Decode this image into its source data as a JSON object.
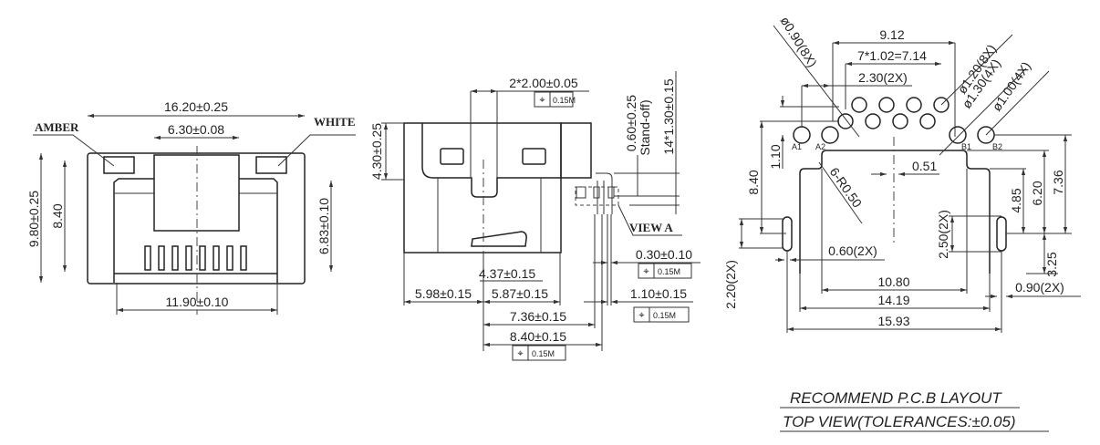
{
  "front_view": {
    "width_overall": "16.20±0.25",
    "jack_width": "6.30±0.08",
    "led_left": "AMBER",
    "led_right": "WHITE",
    "height_overall": "9.80±0.25",
    "height_inner": "8.40",
    "shield_height": "6.83±0.10",
    "shield_width": "11.90±0.10"
  },
  "side_view": {
    "peg_spacing": "2*2.00±0.05",
    "body_height": "4.30±0.25",
    "standoff": "0.60±0.25",
    "standoff_label": "Stand-off)",
    "pin_length": "14*1.30±0.15",
    "view_label": "VIEW A",
    "pin_width": "0.30±0.10",
    "d_437": "4.37±0.15",
    "d_598": "5.98±0.15",
    "d_587": "5.87±0.15",
    "d_110": "1.10±0.15",
    "d_736": "7.36±0.15",
    "d_840": "8.40±0.15",
    "tolerance": "0.15M",
    "position_symbol": "⌖"
  },
  "pcb_layout": {
    "d_912": "9.12",
    "d_pitch": "7*1.02=7.14",
    "d_230": "2.30(2X)",
    "hole_090": "ø0.90(8X)",
    "hole_120": "ø1.20(8X)",
    "hole_130": "ø1.30(4X)",
    "hole_100": "ø1.00(4X)",
    "pin_a1": "A1",
    "pin_a2": "A2",
    "pin_b1": "B1",
    "pin_b2": "B2",
    "d_110": "1.10",
    "d_840": "8.40",
    "d_051": "0.51",
    "radius": "6-R0.50",
    "d_485": "4.85",
    "d_620": "6.20",
    "d_736": "7.36",
    "d_250": "2.50(2X)",
    "d_060": "0.60(2X)",
    "d_325": "3.25",
    "d_1080": "10.80",
    "d_1419": "14.19",
    "d_1593": "15.93",
    "d_220": "2.20(2X)",
    "d_090": "0.90(2X)",
    "title": "RECOMMEND P.C.B LAYOUT",
    "subtitle": "TOP VIEW(TOLERANCES:±0.05)"
  }
}
